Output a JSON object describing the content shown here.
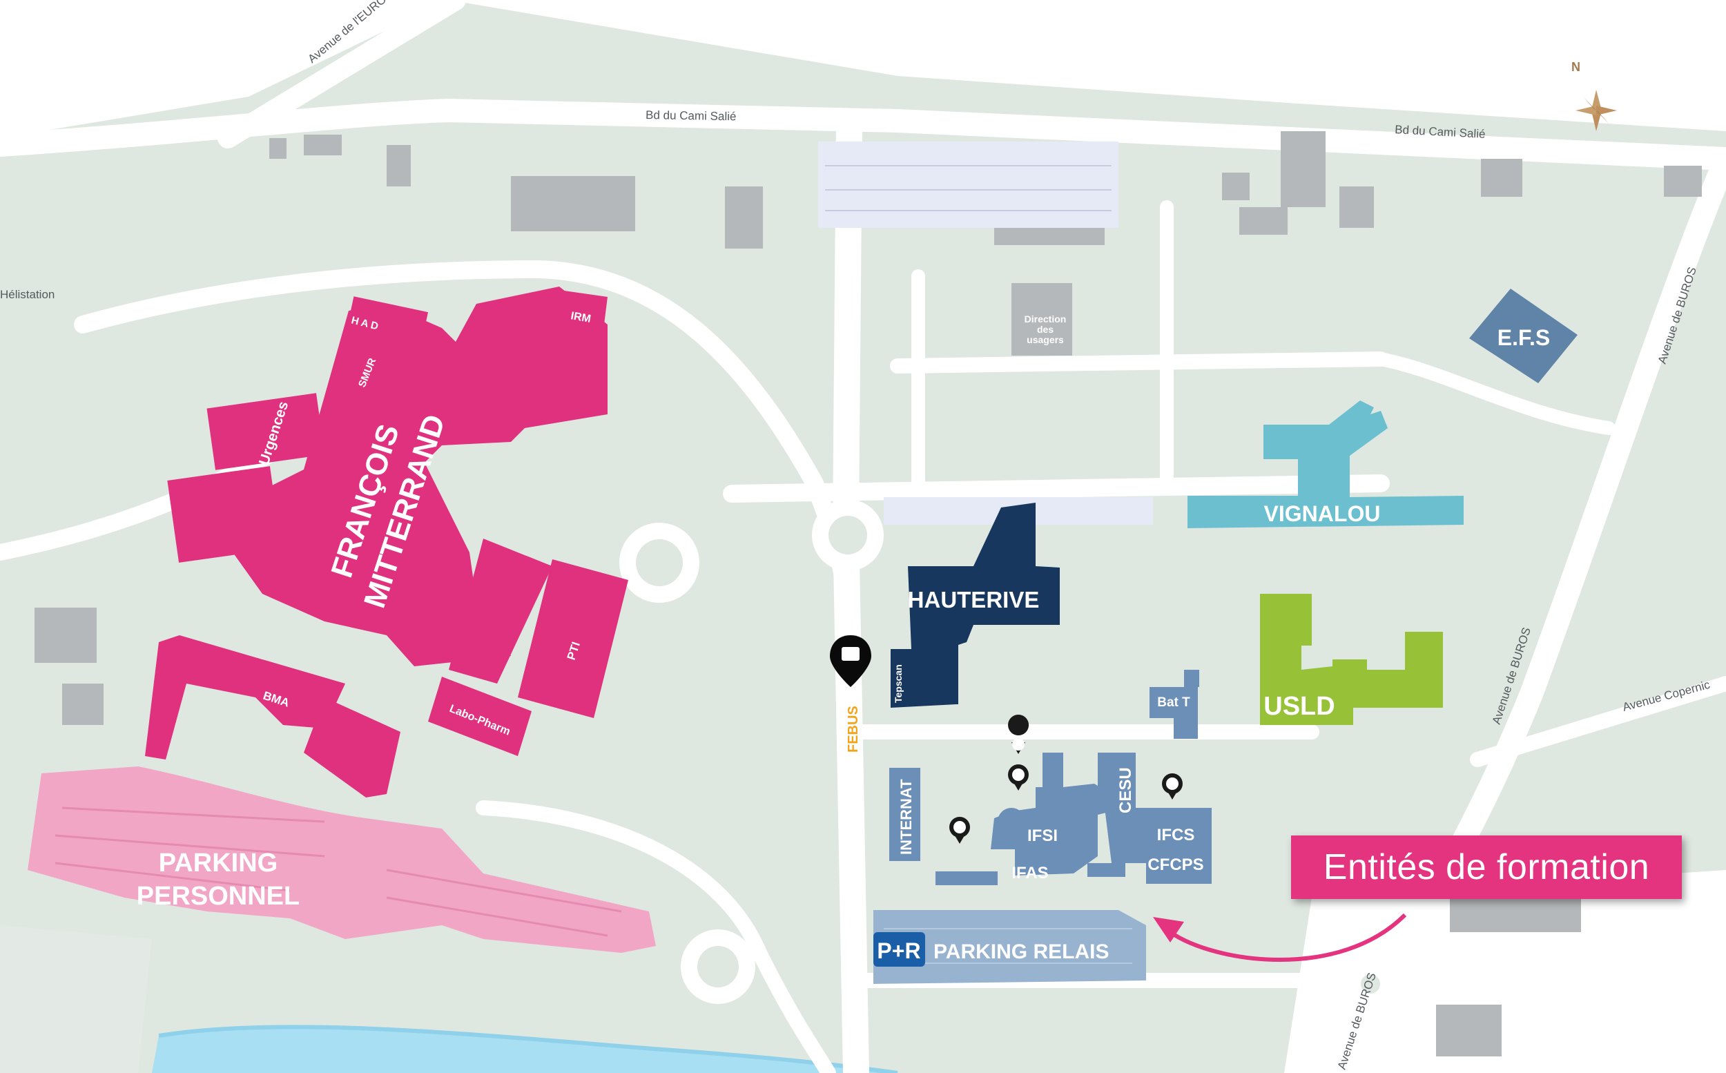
{
  "streets": {
    "avenue_europe": "Avenue de l'EUROPE",
    "bd_cami_sale_left": "Bd du Cami Salié",
    "bd_cami_sale_right": "Bd du Cami Salié",
    "avenue_buros_top": "Avenue de BUROS",
    "avenue_buros_mid": "Avenue de BUROS",
    "avenue_buros_bottom": "Avenue de BUROS",
    "avenue_copernic": "Avenue Copernic"
  },
  "compass": {
    "north_letter": "N"
  },
  "places": {
    "helistation": "Hélistation",
    "direction_usagers": [
      "Direction",
      "des",
      "usagers"
    ]
  },
  "main_hospital": {
    "name_line1": "FRANÇOIS",
    "name_line2": "MITTERRAND",
    "color": "#e0317e",
    "units": {
      "had": "H A D",
      "smur": "SMUR",
      "irm": "IRM",
      "urgences": "Urgences",
      "pti": "PTI",
      "bma": "BMA",
      "labo_pharm": "Labo-Pharm"
    }
  },
  "parkings": {
    "personnel_line1": "PARKING",
    "personnel_line2": "PERSONNEL",
    "relais_badge": "P+R",
    "relais": "PARKING RELAIS"
  },
  "buildings": {
    "hauterive": "HAUTERIVE",
    "tepscan": "Tepscan",
    "vignalou": "VIGNALOU",
    "efs": "E.F.S",
    "usld": "USLD",
    "bat_t": "Bat T"
  },
  "training": {
    "internat": "INTERNAT",
    "cesu": "CESU",
    "ifsi": "IFSI",
    "ifas": "IFAS",
    "ifcs": "IFCS",
    "cfcps": "CFCPS"
  },
  "bus": {
    "brand": "FEBUS"
  },
  "callout": {
    "label": "Entités de formation",
    "color": "#e5347f"
  },
  "colors": {
    "hospital": "#e0317e",
    "parking_personnel": "#f2a6c5",
    "hauterive": "#17375e",
    "vignalou": "#6bbfcf",
    "efs": "#5f84a8",
    "usld": "#97c237",
    "training": "#6b8fb6",
    "parking_relais": "#98b3cf"
  },
  "icons": [
    "compass-rose-icon",
    "bus-stop-icon",
    "accessibility-icon",
    "curved-arrow-icon"
  ]
}
